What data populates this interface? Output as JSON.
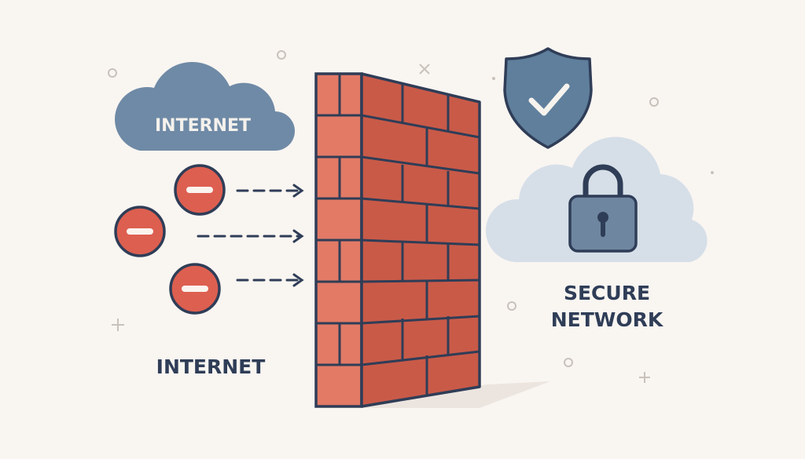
{
  "labels": {
    "cloud_label": "INTERNET",
    "internet_label": "INTERNET",
    "secure_line1": "SECURE",
    "secure_line2": "NETWORK"
  },
  "icons": {
    "blocked_packets": [
      "minus-circle-icon",
      "minus-circle-icon",
      "minus-circle-icon"
    ],
    "shield": "shield-check-icon",
    "lock": "padlock-icon",
    "wall": "brick-firewall"
  },
  "colors": {
    "background": "#f9f5f1",
    "navy": "#2f3d57",
    "cloud_blue": "#6f8aa6",
    "cloud_light": "#d6dfe8",
    "brick_light": "#e27a66",
    "brick_dark": "#c95a48",
    "blocked_red": "#dd5f50",
    "shield_blue": "#5f7f9c",
    "lock_blue": "#6f86a0"
  }
}
